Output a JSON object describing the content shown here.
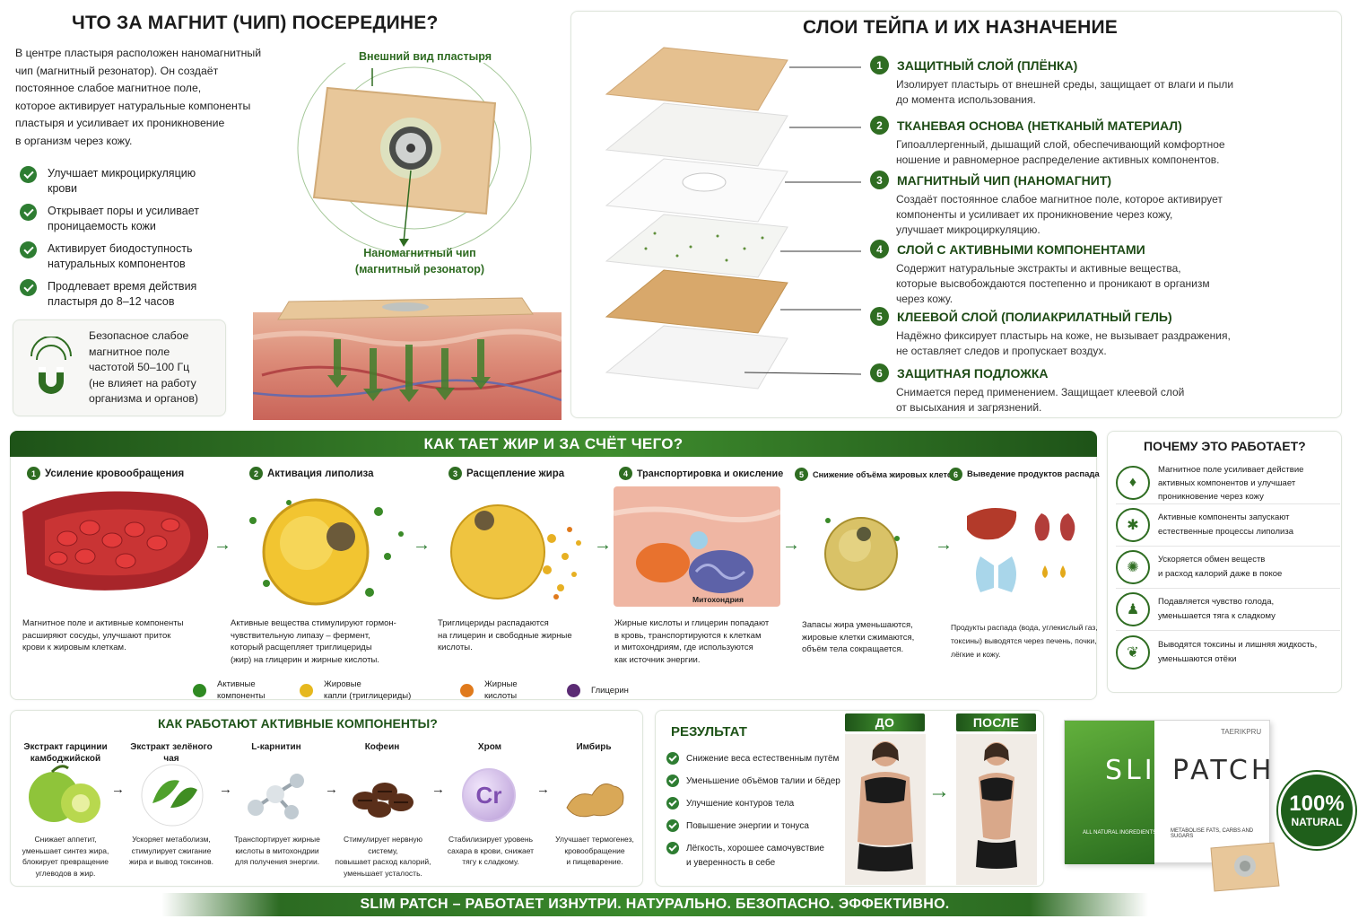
{
  "magnet": {
    "title": "ЧТО ЗА МАГНИТ (ЧИП) ПОСЕРЕДИНЕ?",
    "intro": [
      "В центре пластыря расположен наномагнитный",
      "чип (магнитный резонатор). Он создаёт",
      "постоянное слабое магнитное поле,",
      "которое активирует натуральные компоненты",
      "пластыря и усиливает их проникновение",
      "в организм через кожу."
    ],
    "benefits": [
      [
        "Улучшает микроциркуляцию",
        "крови"
      ],
      [
        "Открывает поры и усиливает",
        "проницаемость кожи"
      ],
      [
        "Активирует биодоступность",
        "натуральных компонентов"
      ],
      [
        "Продлевает время действия",
        "пластыря до 8–12 часов"
      ]
    ],
    "safety": [
      "Безопасное слабое",
      "магнитное поле",
      "частотой 50–100 Гц",
      "(не влияет на работу",
      "организма и органов)"
    ],
    "label_top": "Внешний вид пластыря",
    "label_chip": [
      "Наномагнитный чип",
      "(магнитный резонатор)"
    ],
    "icon": "magnet-icon"
  },
  "layers": {
    "title": "СЛОИ ТЕЙПА И ИХ НАЗНАЧЕНИЕ",
    "items": [
      {
        "num": "1",
        "title": "ЗАЩИТНЫЙ СЛОЙ (ПЛЁНКА)",
        "desc": [
          "Изолирует пластырь от внешней среды, защищает от влаги и пыли",
          "до момента использования."
        ]
      },
      {
        "num": "2",
        "title": "ТКАНЕВАЯ ОСНОВА (НЕТКАНЫЙ МАТЕРИАЛ)",
        "desc": [
          "Гипоаллергенный, дышащий слой, обеспечивающий комфортное",
          "ношение и равномерное распределение активных компонентов."
        ]
      },
      {
        "num": "3",
        "title": "МАГНИТНЫЙ ЧИП (НАНОМАГНИТ)",
        "desc": [
          "Создаёт постоянное слабое магнитное поле, которое активирует",
          "компоненты и усиливает их проникновение через кожу,",
          "улучшает микроциркуляцию."
        ]
      },
      {
        "num": "4",
        "title": "СЛОЙ С АКТИВНЫМИ КОМПОНЕНТАМИ",
        "desc": [
          "Содержит натуральные экстракты и активные вещества,",
          "которые высвобождаются постепенно и проникают в организм",
          "через кожу."
        ]
      },
      {
        "num": "5",
        "title": "КЛЕЕВОЙ СЛОЙ (ПОЛИАКРИЛАТНЫЙ ГЕЛЬ)",
        "desc": [
          "Надёжно фиксирует пластырь на коже, не вызывает раздражения,",
          "не оставляет следов и пропускает воздух."
        ]
      },
      {
        "num": "6",
        "title": "ЗАЩИТНАЯ ПОДЛОЖКА",
        "desc": [
          "Снимается перед применением. Защищает клеевой слой",
          "от высыхания и загрязнений."
        ]
      }
    ]
  },
  "fat": {
    "title": "КАК ТАЕТ ЖИР И ЗА СЧЁТ ЧЕГО?",
    "steps": [
      {
        "num": "1",
        "title": "Усиление кровообращения",
        "desc": [
          "Магнитное поле и активные компоненты",
          "расширяют сосуды, улучшают приток",
          "крови к жировым клеткам."
        ]
      },
      {
        "num": "2",
        "title": "Активация липолиза",
        "desc": [
          "Активные вещества стимулируют гормон-",
          "чувствительную липазу – фермент,",
          "который расщепляет триглицериды",
          "(жир) на глицерин и жирные кислоты."
        ]
      },
      {
        "num": "3",
        "title": "Расщепление жира",
        "desc": [
          "Триглицериды распадаются",
          "на глицерин и свободные жирные",
          "кислоты."
        ]
      },
      {
        "num": "4",
        "title": "Транспортировка и окисление",
        "desc": [
          "Жирные кислоты и глицерин попадают",
          "в кровь, транспортируются к клеткам",
          "и митохондриям, где используются",
          "как источник энергии."
        ]
      },
      {
        "num": "5",
        "title": "Снижение объёма жировых клеток",
        "desc": [
          "Запасы жира уменьшаются,",
          "жировые клетки сжимаются,",
          "объём тела сокращается."
        ]
      },
      {
        "num": "6",
        "title": "Выведение продуктов распада",
        "desc": [
          "Продукты распада (вода, углекислый газ,",
          "токсины) выводятся через печень, почки,",
          "лёгкие и кожу."
        ]
      }
    ],
    "mito_label": "Митохондрия",
    "legend": [
      {
        "label": [
          "Активные",
          "компоненты"
        ],
        "color": "#2f8a22"
      },
      {
        "label": [
          "Жировые",
          "капли (триглицериды)"
        ],
        "color": "#e6b81e"
      },
      {
        "label": [
          "Жирные",
          "кислоты"
        ],
        "color": "#e07a1c"
      },
      {
        "label": [
          "Глицерин"
        ],
        "color": "#5b2b74"
      }
    ]
  },
  "why": {
    "title": "ПОЧЕМУ ЭТО РАБОТАЕТ?",
    "items": [
      {
        "icon": "drop-icon",
        "text": [
          "Магнитное поле усиливает действие",
          "активных компонентов и улучшает",
          "проникновение через кожу"
        ]
      },
      {
        "icon": "molecule-icon",
        "text": [
          "Активные компоненты запускают",
          "естественные процессы липолиза"
        ]
      },
      {
        "icon": "metabolism-icon",
        "text": [
          "Ускоряется обмен веществ",
          "и расход калорий даже в покое"
        ]
      },
      {
        "icon": "figure-icon",
        "text": [
          "Подавляется чувство голода,",
          "уменьшается тяга к сладкому"
        ]
      },
      {
        "icon": "leaf-icon",
        "text": [
          "Выводятся токсины и лишняя жидкость,",
          "уменьшаются отёки"
        ]
      }
    ]
  },
  "ingredients": {
    "title": "КАК РАБОТАЮТ АКТИВНЫЕ КОМПОНЕНТЫ?",
    "items": [
      {
        "title": [
          "Экстракт гарцинии",
          "камбоджийской"
        ],
        "desc": [
          "Снижает аппетит,",
          "уменьшает синтез жира,",
          "блокирует превращение",
          "углеводов в жир."
        ]
      },
      {
        "title": [
          "Экстракт зелёного чая"
        ],
        "desc": [
          "Ускоряет метаболизм,",
          "стимулирует сжигание",
          "жира и вывод токсинов."
        ]
      },
      {
        "title": [
          "L-карнитин"
        ],
        "desc": [
          "Транспортирует жирные",
          "кислоты в митохондрии",
          "для получения энергии."
        ]
      },
      {
        "title": [
          "Кофеин"
        ],
        "desc": [
          "Стимулирует нервную систему,",
          "повышает расход калорий,",
          "уменьшает усталость."
        ]
      },
      {
        "title": [
          "Хром"
        ],
        "desc": [
          "Стабилизирует уровень",
          "сахара в крови, снижает",
          "тягу к сладкому."
        ],
        "symbol": "Cr"
      },
      {
        "title": [
          "Имбирь"
        ],
        "desc": [
          "Улучшает термогенез,",
          "кровообращение",
          "и пищеварение."
        ]
      }
    ]
  },
  "result": {
    "title": "РЕЗУЛЬТАТ",
    "items": [
      [
        "Снижение веса естественным путём"
      ],
      [
        "Уменьшение объёмов талии и бёдер"
      ],
      [
        "Улучшение контуров тела"
      ],
      [
        "Повышение энергии и тонуса"
      ],
      [
        "Лёгкость, хорошее самочувствие",
        "и уверенность в себе"
      ]
    ],
    "before": "ДО",
    "after": "ПОСЛЕ"
  },
  "product": {
    "brand": "TAERIKPRU",
    "name_left": "SLIM",
    "name_right": "PATCH",
    "line1": "ALL NATURAL INGREDIENTS",
    "line2": "METABOLISE FATS, CARBS AND SUGARS",
    "badge_big": "100%",
    "badge_small": "NATURAL"
  },
  "footer": "SLIM PATCH – РАБОТАЕТ ИЗНУТРИ. НАТУРАЛЬНО. БЕЗОПАСНО. ЭФФЕКТИВНО.",
  "colors": {
    "green_dark": "#1e5318",
    "green": "#2e7d32",
    "patch": "#e8c79a"
  }
}
